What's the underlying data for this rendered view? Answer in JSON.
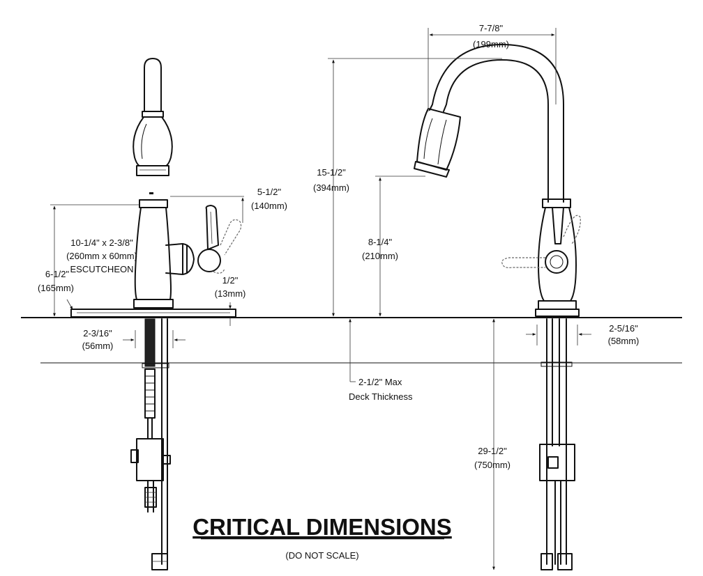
{
  "title": "CRITICAL DIMENSIONS",
  "subtitle": "(DO NOT SCALE)",
  "dimensions": {
    "overall_height": {
      "imperial": "15-1/2\"",
      "metric": "(394mm)"
    },
    "spout_reach": {
      "imperial": "7-7/8\"",
      "metric": "(199mm)"
    },
    "spout_outlet_height": {
      "imperial": "8-1/4\"",
      "metric": "(210mm)"
    },
    "handle_clearance": {
      "imperial": "5-1/2\"",
      "metric": "(140mm)"
    },
    "body_height": {
      "imperial": "6-1/2\"",
      "metric": "(165mm)"
    },
    "escutcheon": {
      "line1": "10-1/4\" x 2-3/8\"",
      "line2": "(260mm x 60mm)",
      "line3": "ESCUTCHEON"
    },
    "escutcheon_thickness": {
      "imperial": "1/2\"",
      "metric": "(13mm)"
    },
    "base_diameter_side": {
      "imperial": "2-3/16\"",
      "metric": "(56mm)"
    },
    "base_diameter_front": {
      "imperial": "2-5/16\"",
      "metric": "(58mm)"
    },
    "deck_thickness": {
      "line1": "2-1/2\" Max",
      "line2": "Deck Thickness"
    },
    "supply_length": {
      "imperial": "29-1/2\"",
      "metric": "(750mm)"
    }
  }
}
